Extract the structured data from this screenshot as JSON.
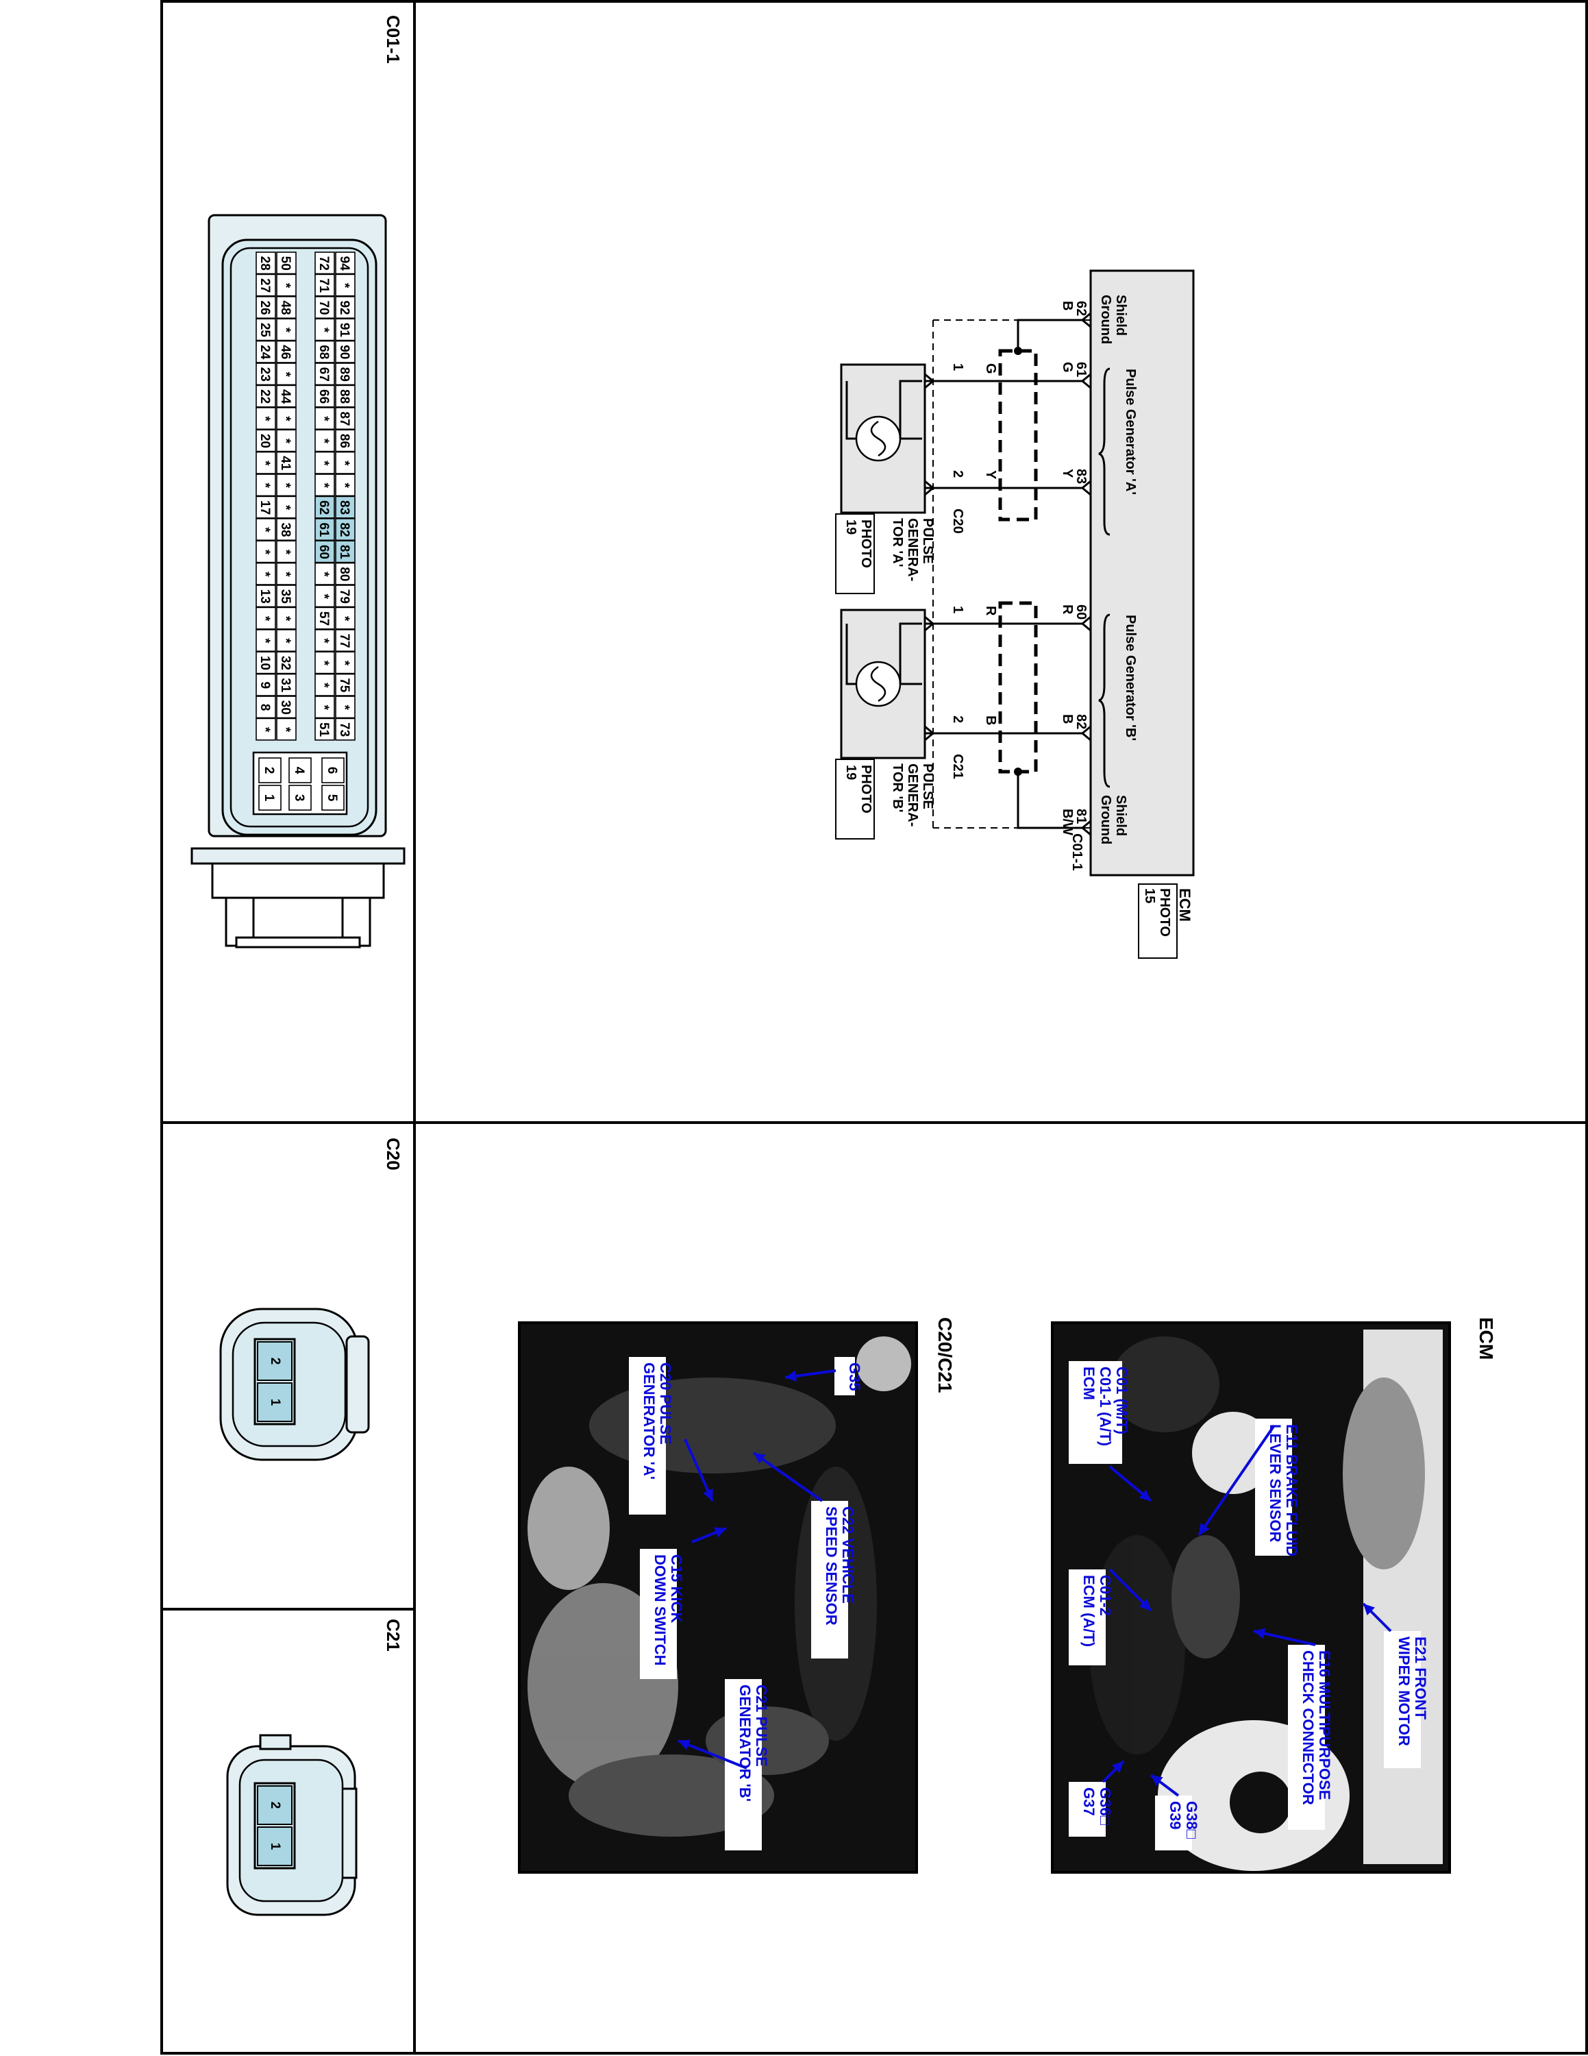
{
  "connector_panels": {
    "c01_1_title": "C01-1",
    "c20_title": "C20",
    "c21_title": "C21",
    "c20_pins": [
      "2",
      "1"
    ],
    "c21_pins": [
      "2",
      "1"
    ],
    "c01_1_aux_pins": [
      "6",
      "5",
      "4",
      "3",
      "2",
      "1"
    ],
    "c01_1_pin_rows": [
      [
        "94",
        "*",
        "92",
        "91",
        "90",
        "89",
        "88",
        "87",
        "86",
        "*",
        "*",
        "83",
        "82",
        "81",
        "80",
        "79",
        "*",
        "77",
        "*",
        "75",
        "*",
        "73"
      ],
      [
        "72",
        "71",
        "70",
        "*",
        "68",
        "67",
        "66",
        "*",
        "*",
        "*",
        "*",
        "62",
        "61",
        "60",
        "*",
        "*",
        "57",
        "*",
        "*",
        "*",
        "*",
        "51"
      ],
      [
        "50",
        "*",
        "48",
        "*",
        "46",
        "*",
        "44",
        "*",
        "*",
        "41",
        "*",
        "*",
        "38",
        "*",
        "*",
        "35",
        "*",
        "*",
        "32",
        "31",
        "30",
        "*"
      ],
      [
        "28",
        "27",
        "26",
        "25",
        "24",
        "23",
        "22",
        "*",
        "20",
        "*",
        "*",
        "17",
        "*",
        "*",
        "*",
        "13",
        "*",
        "*",
        "10",
        "9",
        "8",
        "*"
      ]
    ],
    "c01_1_highlight_pins": [
      "83",
      "82",
      "81",
      "62",
      "61",
      "60"
    ]
  },
  "schematic": {
    "ecm_label": "ECM",
    "ecm_photo": "PHOTO\n15",
    "ecm_connector": "C01-1",
    "shield_ground_left": [
      "Shield",
      "Ground"
    ],
    "shield_ground_right": [
      "Shield",
      "Ground"
    ],
    "pulse_gen_a_label": "Pulse Generator 'A'",
    "pulse_gen_b_label": "Pulse Generator 'B'",
    "ecm_pins": [
      {
        "pin": "62",
        "color": "B"
      },
      {
        "pin": "61",
        "color": "G"
      },
      {
        "pin": "83",
        "color": "Y"
      },
      {
        "pin": "60",
        "color": "R"
      },
      {
        "pin": "82",
        "color": "B"
      },
      {
        "pin": "81",
        "color": "B/W"
      }
    ],
    "sensor_a": {
      "connector": "C20",
      "name": [
        "PULSE",
        "GENERA-",
        "TOR 'A'"
      ],
      "photo": [
        "PHOTO",
        "19"
      ],
      "pins": [
        {
          "pin": "1",
          "color": "G"
        },
        {
          "pin": "2",
          "color": "Y"
        }
      ]
    },
    "sensor_b": {
      "connector": "C21",
      "name": [
        "PULSE",
        "GENERA-",
        "TOR 'B'"
      ],
      "photo": [
        "PHOTO",
        "19"
      ],
      "pins": [
        {
          "pin": "1",
          "color": "R"
        },
        {
          "pin": "2",
          "color": "B"
        }
      ]
    }
  },
  "photos": {
    "c20_c21_title": "C20/C21",
    "ecm_title": "ECM",
    "c20_c21_callouts": [
      [
        "G35"
      ],
      [
        "C20 PULSE",
        "GENERATOR 'A'"
      ],
      [
        "C22 VEHICLE",
        "SPEED SENSOR"
      ],
      [
        "C15 KICK",
        "DOWN SWITCH"
      ],
      [
        "C21 PULSE",
        "GENERATOR 'B'"
      ]
    ],
    "ecm_callouts": [
      [
        "C01 (M/T)",
        "C01-1 (A/T)",
        "ECM"
      ],
      [
        "E11 BRAKE FLUID",
        "LEVER SENSOR"
      ],
      [
        "E21 FRONT",
        "WIPER MOTOR"
      ],
      [
        "C01-2",
        "ECM (A/T)"
      ],
      [
        "E16 MULTIPURPOSE",
        "CHECK CONNECTOR"
      ],
      [
        "G38□",
        "G39"
      ],
      [
        "G36□",
        "G37"
      ]
    ]
  }
}
